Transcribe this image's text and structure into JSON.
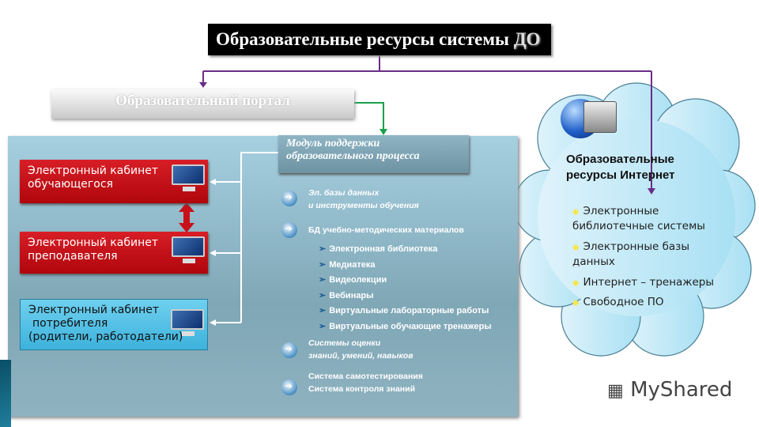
{
  "title": {
    "main": "Образовательные ресурсы системы",
    "suffix": "ДО"
  },
  "portal": "Образовательный портал",
  "cabinets": [
    {
      "line1": "Электронный кабинет",
      "line2": "обучающегося"
    },
    {
      "line1": "Электронный кабинет",
      "line2": "преподавателя"
    },
    {
      "line1": "Электронный кабинет",
      "line2": "потребителя",
      "line3": "(родители, работодатели)"
    }
  ],
  "module": {
    "title": "Модуль поддержки образовательного процесса",
    "groups": [
      {
        "line1": "Эл. базы данных",
        "line2": "и инструменты обучения"
      },
      {
        "line1": "БД учебно-методических материалов"
      },
      {
        "line1": "Системы оценки",
        "line2": "знаний, умений, навыков"
      },
      {
        "line1": "Система самотестирования",
        "line2": "Система контроля знаний"
      }
    ],
    "subitems": [
      "Электронная библиотека",
      "Медиатека",
      "Видеолекции",
      "Вебинары",
      "Виртуальные лабораторные работы",
      "Виртуальные обучающие тренажеры"
    ]
  },
  "internet": {
    "title_line1": "Образовательные",
    "title_line2": "ресурсы Интернет",
    "items": [
      "Электронные библиотечные системы",
      "Электронные базы данных",
      "Интернет – тренажеры",
      "Свободное ПО"
    ]
  },
  "watermark": "MyShared",
  "colors": {
    "red": "#c8101a",
    "blue": "#45b8e0",
    "connector": "#6a2d86",
    "green": "#1aa24a"
  }
}
